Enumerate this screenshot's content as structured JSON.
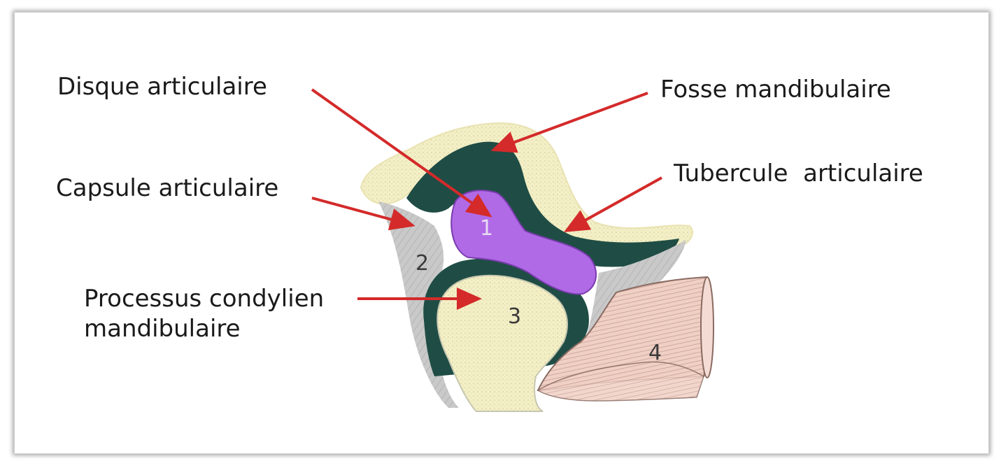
{
  "labels": {
    "disque": "Disque articulaire",
    "fosse": "Fosse mandibulaire",
    "tubercule": "Tubercule  articulaire",
    "capsule": "Capsule articulaire",
    "processus_line1": "Processus condylien",
    "processus_line2": "mandibulaire"
  },
  "numbers": {
    "n1": "1",
    "n2": "2",
    "n3": "3",
    "n4": "4"
  },
  "colors": {
    "arrow": "#d42a2a",
    "bone": "#f3efc6",
    "cartilage": "#1f4d45",
    "disc": "#b06ae6",
    "muscle": "#f0cfc4",
    "capsule": "#bdbdbd"
  }
}
